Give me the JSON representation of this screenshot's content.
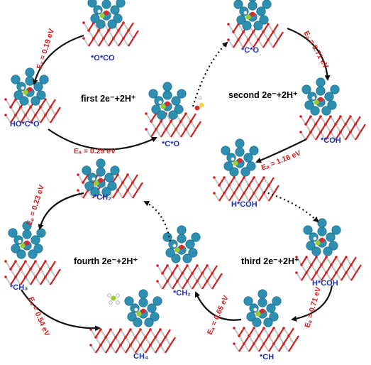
{
  "colors": {
    "species_label": "#1d2fb0",
    "ea_label": "#d22020",
    "cluster_metal": "#2f8fb0",
    "substrate_oxygen": "#d02020",
    "substrate_metal": "#c8c8c8",
    "carbon": "#9ccc2a",
    "oxygen_adsorbate": "#e02828",
    "hydrogen": "#f0f0f0",
    "arrow": "#111111"
  },
  "steps": {
    "first": "first 2e⁻+2H⁺",
    "second": "second 2e⁻+2H⁺",
    "third": "third 2e⁻+2H⁺",
    "fourth": "fourth 2e⁻+2H⁺"
  },
  "species": {
    "o_co": "*O*CO",
    "ho_c_o": "HO*C*O",
    "c_o_mid": "*C*O",
    "c_o_top": "*C*O",
    "coh": "*COH",
    "h_coh_upper": "H*COH",
    "h_coh_lower": "H*COH",
    "ch": "*CH",
    "ch2_lower": "*CH₂",
    "ch2_upper": "*CH₂",
    "ch3": "*CH₃",
    "ch4": "CH₄"
  },
  "barriers": {
    "e1": "Eₐ = 0.19 eV",
    "e2": "Eₐ = 0.29 eV",
    "e3": "Eₐ = 0.71 eV",
    "e4": "Eₐ = 1.16 eV",
    "e5": "Eₐ = 0.71 eV",
    "e6": "Eₐ = 0.65 eV",
    "e7": "Eₐ = 0.23 eV",
    "e8": "Eₐ = 0.54 eV"
  }
}
